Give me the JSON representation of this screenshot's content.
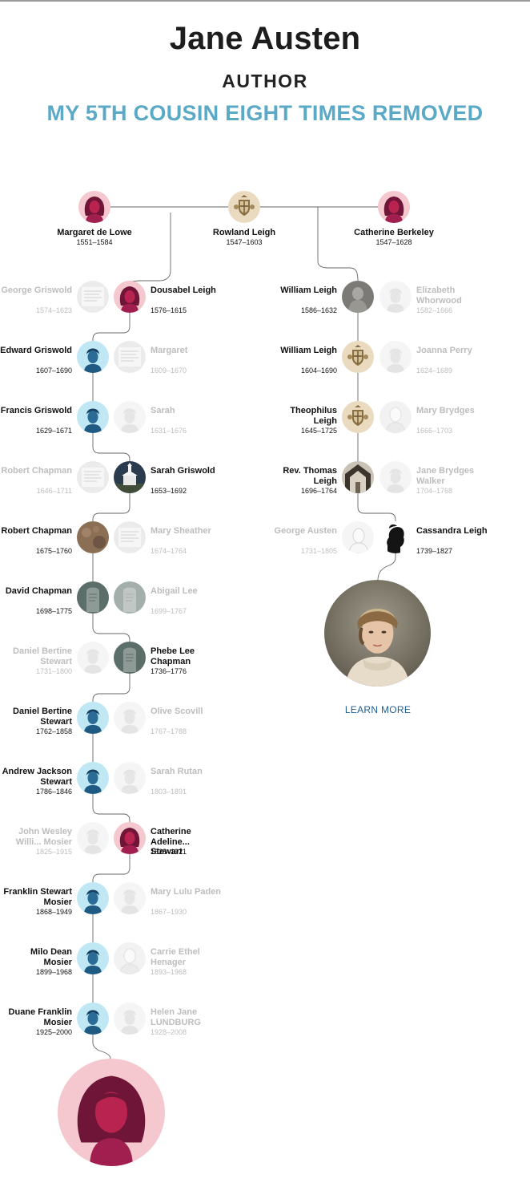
{
  "header": {
    "title": "Jane Austen",
    "subtitle": "AUTHOR",
    "relation": "MY 5TH COUSIN EIGHT TIMES REMOVED"
  },
  "colors": {
    "relation": "#5aa9c6",
    "male_bg": "#bfe8f4",
    "male_fg": "#1f5a82",
    "female_bg": "#f4c8ce",
    "female_fg": "#a01f4e",
    "line": "#666666",
    "faded_text": "#bdbdbd",
    "link": "#1f5f8f"
  },
  "top": [
    {
      "name": "Margaret de Lowe",
      "years": "1551–1584",
      "avatar": "female-icon"
    },
    {
      "name": "Rowland Leigh",
      "years": "1547–1603",
      "avatar": "coat-of-arms-icon"
    },
    {
      "name": "Catherine Berkeley",
      "years": "1547–1628",
      "avatar": "female-icon"
    }
  ],
  "left_generations": [
    {
      "partner": {
        "name": "George Griswold",
        "years": "1574–1623",
        "avatar": "document-photo-icon"
      },
      "line": {
        "name": "Dousabel Leigh",
        "years": "1576–1615",
        "avatar": "female-icon"
      },
      "line_side": "right"
    },
    {
      "line": {
        "name": "Edward Griswold",
        "years": "1607–1690",
        "avatar": "male-icon"
      },
      "partner": {
        "name": "Margaret",
        "years": "1609–1670",
        "avatar": "document-photo-icon"
      },
      "line_side": "left"
    },
    {
      "line": {
        "name": "Francis Griswold",
        "years": "1629–1671",
        "avatar": "male-icon"
      },
      "partner": {
        "name": "Sarah",
        "years": "1631–1676",
        "avatar": "placeholder-person-icon"
      },
      "line_side": "left"
    },
    {
      "partner": {
        "name": "Robert Chapman",
        "years": "1646–1711",
        "avatar": "document-photo-icon"
      },
      "line": {
        "name": "Sarah Griswold",
        "years": "1653–1692",
        "avatar": "church-photo-icon"
      },
      "line_side": "right"
    },
    {
      "line": {
        "name": "Robert Chapman",
        "years": "1675–1760",
        "avatar": "brown-photo-icon"
      },
      "partner": {
        "name": "Mary Sheather",
        "years": "1674–1764",
        "avatar": "document-photo-icon"
      },
      "line_side": "left"
    },
    {
      "line": {
        "name": "David Chapman",
        "years": "1698–1775",
        "avatar": "gravestone-photo-icon"
      },
      "partner": {
        "name": "Abigail Lee",
        "years": "1699–1767",
        "avatar": "gravestone-photo-icon"
      },
      "line_side": "left"
    },
    {
      "partner": {
        "name": "Daniel Bertine Stewart",
        "years": "1731–1800",
        "avatar": "placeholder-person-icon"
      },
      "line": {
        "name": "Phebe Lee Chapman",
        "years": "1736–1776",
        "avatar": "gravestone-photo-icon"
      },
      "line_side": "right"
    },
    {
      "line": {
        "name": "Daniel Bertine Stewart",
        "years": "1762–1858",
        "avatar": "male-icon"
      },
      "partner": {
        "name": "Olive Scovill",
        "years": "1767–1788",
        "avatar": "placeholder-person-icon"
      },
      "line_side": "left"
    },
    {
      "line": {
        "name": "Andrew Jackson Stewart",
        "years": "1786–1846",
        "avatar": "male-icon"
      },
      "partner": {
        "name": "Sarah Rutan",
        "years": "1803–1891",
        "avatar": "placeholder-person-icon"
      },
      "line_side": "left"
    },
    {
      "partner": {
        "name": "John Wesley Willi... Mosier",
        "years": "1825–1915",
        "avatar": "placeholder-person-icon"
      },
      "line": {
        "name": "Catherine Adeline... Stewart",
        "years": "1828–1921",
        "avatar": "female-icon"
      },
      "line_side": "right"
    },
    {
      "line": {
        "name": "Franklin Stewart Mosier",
        "years": "1868–1949",
        "avatar": "male-icon"
      },
      "partner": {
        "name": "Mary Lulu Paden",
        "years": "1867–1930",
        "avatar": "placeholder-person-icon"
      },
      "line_side": "left"
    },
    {
      "line": {
        "name": "Milo Dean Mosier",
        "years": "1899–1968",
        "avatar": "male-icon"
      },
      "partner": {
        "name": "Carrie Ethel Henager",
        "years": "1893–1968",
        "avatar": "sketch-photo-icon"
      },
      "line_side": "left"
    },
    {
      "line": {
        "name": "Duane Franklin Mosier",
        "years": "1925–2000",
        "avatar": "male-icon"
      },
      "partner": {
        "name": "Helen Jane LUNDBURG",
        "years": "1928–2008",
        "avatar": "placeholder-person-icon"
      },
      "line_side": "left"
    }
  ],
  "right_generations": [
    {
      "line": {
        "name": "William Leigh",
        "years": "1586–1632",
        "avatar": "statue-photo-icon"
      },
      "partner": {
        "name": "Elizabeth Whorwood",
        "years": "1582–1666",
        "avatar": "placeholder-person-icon"
      },
      "line_side": "left"
    },
    {
      "line": {
        "name": "William Leigh",
        "years": "1604–1690",
        "avatar": "coat-of-arms-icon"
      },
      "partner": {
        "name": "Joanna Perry",
        "years": "1624–1689",
        "avatar": "placeholder-person-icon"
      },
      "line_side": "left"
    },
    {
      "line": {
        "name": "Theophilus Leigh",
        "years": "1645–1725",
        "avatar": "coat-of-arms-icon"
      },
      "partner": {
        "name": "Mary Brydges",
        "years": "1666–1703",
        "avatar": "sketch-photo-icon"
      },
      "line_side": "left"
    },
    {
      "line": {
        "name": "Rev. Thomas Leigh",
        "years": "1696–1764",
        "avatar": "chapel-photo-icon"
      },
      "partner": {
        "name": "Jane Brydges Walker",
        "years": "1704–1768",
        "avatar": "placeholder-person-icon"
      },
      "line_side": "left"
    },
    {
      "partner": {
        "name": "George Austen",
        "years": "1731–1805",
        "avatar": "portrait-sketch-icon"
      },
      "line": {
        "name": "Cassandra Leigh",
        "years": "1739–1827",
        "avatar": "silhouette-icon"
      },
      "line_side": "right"
    }
  ],
  "portrait": {
    "avatar": "jane-austen-portrait"
  },
  "learn_more": "LEARN MORE",
  "me": {
    "avatar": "female-icon"
  }
}
